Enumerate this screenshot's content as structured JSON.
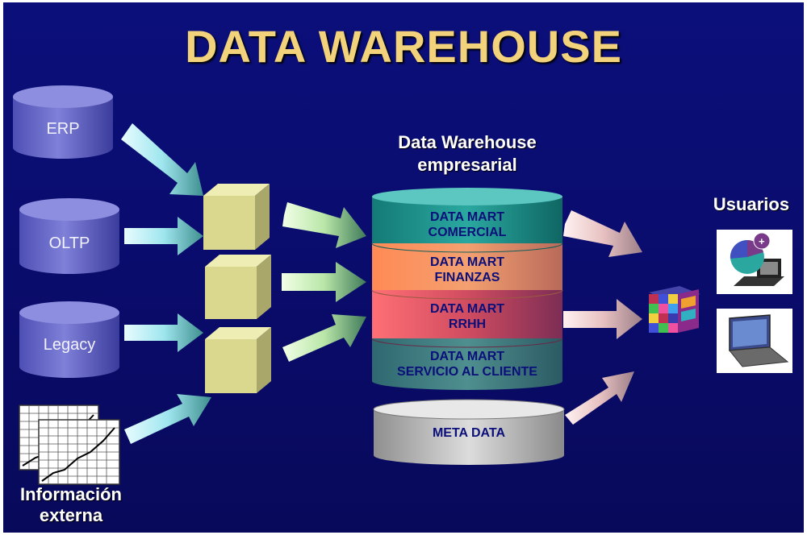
{
  "title": "DATA WAREHOUSE",
  "sources": {
    "erp": "ERP",
    "oltp": "OLTP",
    "legacy": "Legacy",
    "external_line1": "Información",
    "external_line2": "externa"
  },
  "warehouse": {
    "heading_line1": "Data Warehouse",
    "heading_line2": "empresarial",
    "marts": [
      {
        "line1": "DATA MART",
        "line2": "COMERCIAL"
      },
      {
        "line1": "DATA MART",
        "line2": "FINANZAS"
      },
      {
        "line1": "DATA MART",
        "line2": "RRHH"
      },
      {
        "line1": "DATA MART",
        "line2": "SERVICIO AL CLIENTE"
      }
    ],
    "metadata": "META DATA"
  },
  "users": {
    "heading": "Usuarios"
  },
  "colors": {
    "background": "#0a0c6e",
    "title": "#f2d27a",
    "mart_comercial": "#1f8f8a",
    "mart_finanzas": "#e8845a",
    "mart_rrhh": "#d24a5a",
    "mart_servicio": "#3f6f74",
    "metadata": "#a9a9a9",
    "cube": "#d9d88e"
  }
}
